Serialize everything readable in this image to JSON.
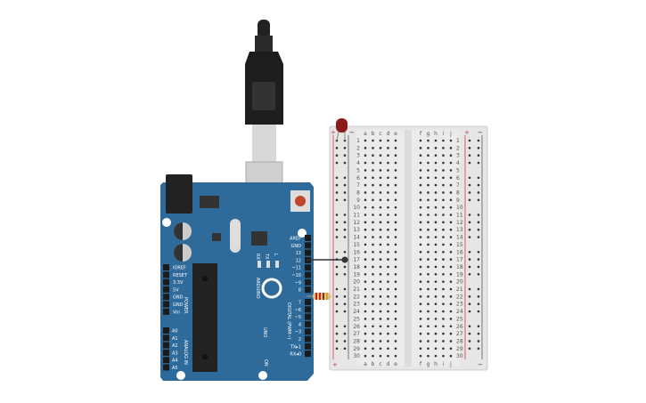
{
  "arduino": {
    "brand": "ARDUINO",
    "model": "UNO",
    "power_header_label": "POWER",
    "analog_header_label": "ANALOG IN",
    "digital_header_label": "DIGITAL (PWM~)",
    "power_pins": [
      "IOREF",
      "RESET",
      "3.3V",
      "5V",
      "GND",
      "GND",
      "Vin"
    ],
    "analog_pins": [
      "A0",
      "A1",
      "A2",
      "A3",
      "A4",
      "A5"
    ],
    "digital_pins_top": [
      "AREF",
      "GND",
      "13",
      "12",
      "~11",
      "~10",
      "~9",
      "8"
    ],
    "digital_pins_bottom": [
      "7",
      "~6",
      "~5",
      "4",
      "~3",
      "2",
      "TX▸1",
      "RX◂0"
    ],
    "led_labels": [
      "RX",
      "TX",
      "L"
    ],
    "on_label": "ON",
    "color": "#2f6b9a"
  },
  "breadboard": {
    "cols_left": [
      "a",
      "b",
      "c",
      "d",
      "e"
    ],
    "cols_right": [
      "f",
      "g",
      "h",
      "i",
      "j"
    ],
    "rows": 30,
    "plus": "+",
    "minus": "−"
  },
  "components": {
    "led_color": "#8b1a1a",
    "wire_color": "#333333",
    "resistor_bands": [
      "#d42020",
      "#d42020",
      "#7a3d10",
      "#d4a030"
    ]
  }
}
